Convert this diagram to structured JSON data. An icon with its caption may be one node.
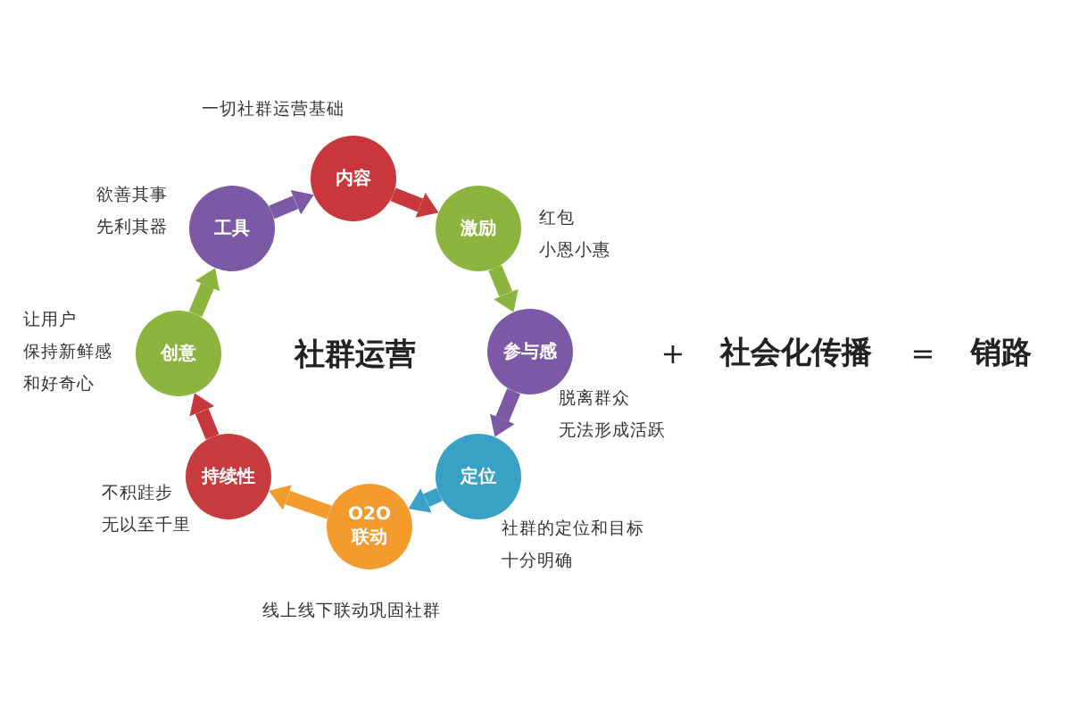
{
  "diagram": {
    "nodes": [
      {
        "text": [
          "内容"
        ],
        "beside": [
          "一切社群运营基础"
        ]
      },
      {
        "text": [
          "激励"
        ],
        "beside": [
          "红包小恩小惠"
        ]
      },
      {
        "text": [
          "参与感"
        ],
        "beside": [
          "脱离群众无法形成活跃"
        ]
      },
      {
        "text": [
          "定位"
        ],
        "beside": [
          "社群的定位和目标十分明确"
        ]
      },
      {
        "text": [
          "O2O联动"
        ],
        "beside": [
          "线上线下联动巩固社群"
        ]
      },
      {
        "text": [
          "持续性"
        ],
        "beside": [
          "不积跬步无以至千里"
        ]
      },
      {
        "text": [
          "创意"
        ],
        "beside": [
          "让用户保持新鲜感和好奇心"
        ]
      },
      {
        "text": [
          "工具"
        ],
        "beside": [
          "欲善其事先利其器"
        ]
      }
    ],
    "edges": [
      {
        "from": 0,
        "to": 1,
        "arrow": "to",
        "color": "#c8373b"
      },
      {
        "from": 1,
        "to": 2,
        "arrow": "to",
        "color": "#8cb43f"
      },
      {
        "from": 2,
        "to": 3,
        "arrow": "to",
        "color": "#7c59a5"
      },
      {
        "from": 3,
        "to": 4,
        "arrow": "to",
        "color": "#3aa1c6"
      },
      {
        "from": 4,
        "to": 5,
        "arrow": "to",
        "color": "#f39b2d"
      },
      {
        "from": 5,
        "to": 6,
        "arrow": "to",
        "color": "#c8373b"
      },
      {
        "from": 6,
        "to": 7,
        "arrow": "to",
        "color": "#8cb43f"
      },
      {
        "from": 7,
        "to": 0,
        "arrow": "to",
        "color": "#7c59a5"
      }
    ],
    "labels": [
      "社群运营",
      "+",
      "社会化传播",
      "=",
      "销路"
    ]
  }
}
